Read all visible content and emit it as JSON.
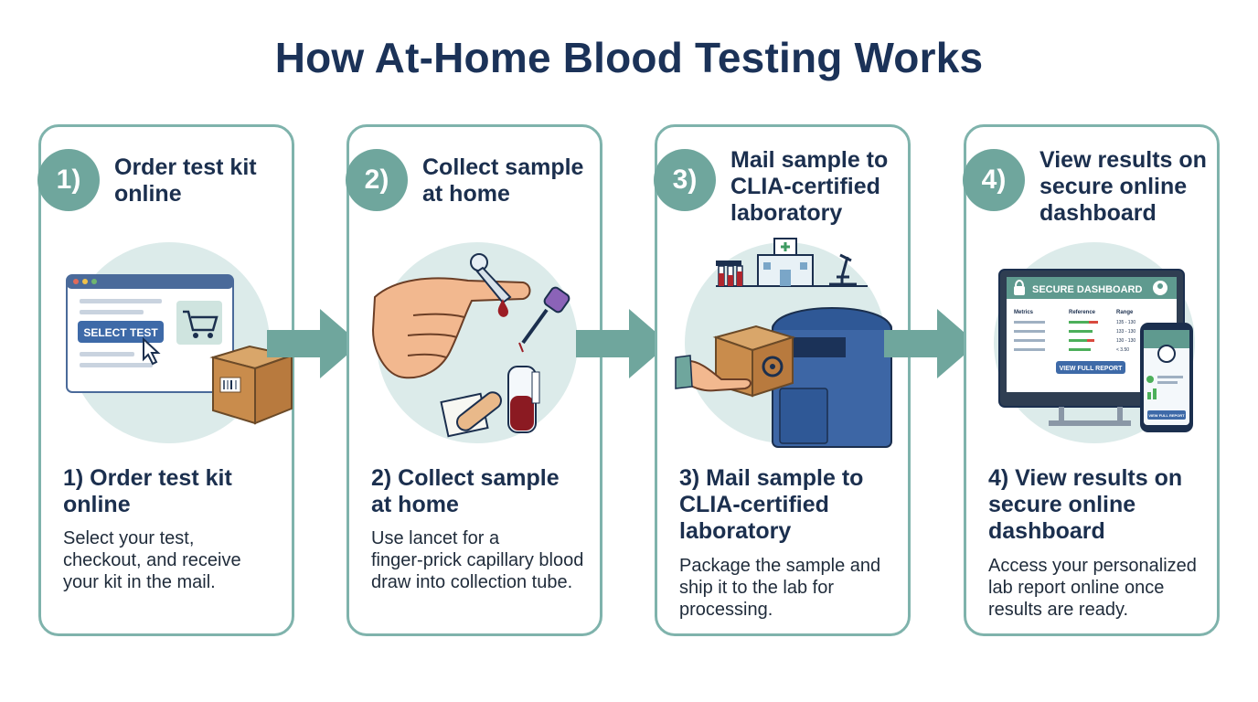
{
  "title": "How At-Home Blood Testing Works",
  "steps": [
    {
      "badge": "1)",
      "heading_lines": [
        "Order test kit",
        "online"
      ],
      "title_lines": [
        "1) Order test kit",
        "online"
      ],
      "description_lines": [
        "Select your test,",
        "checkout, and receive",
        "your kit in the mail."
      ],
      "illustration": {
        "button_label": "SELECT TEST",
        "icons": [
          "browser-window-icon",
          "shopping-cart-icon",
          "cursor-hand-icon",
          "package-icon"
        ]
      }
    },
    {
      "badge": "2)",
      "heading_lines": [
        "Collect sample",
        "at home"
      ],
      "title_lines": [
        "2) Collect sample",
        "at home"
      ],
      "description_lines": [
        "Use lancet for a",
        "finger-prick capillary blood",
        "draw into collection tube."
      ],
      "illustration": {
        "icons": [
          "hand-icon",
          "lancet-icon",
          "blood-drop-icon",
          "collection-tube-icon",
          "bandage-icon"
        ]
      }
    },
    {
      "badge": "3)",
      "heading_lines": [
        "Mail sample to",
        "CLIA-certified",
        "laboratory"
      ],
      "title_lines": [
        "3) Mail sample to",
        "CLIA-certified",
        "laboratory"
      ],
      "description_lines": [
        "Package the sample and",
        "ship it to the lab for",
        "processing."
      ],
      "illustration": {
        "icons": [
          "test-tubes-icon",
          "hospital-icon",
          "microscope-icon",
          "biohazard-box-icon",
          "mailbox-icon"
        ]
      }
    },
    {
      "badge": "4)",
      "heading_lines": [
        "View results on",
        "secure online",
        "dashboard"
      ],
      "title_lines": [
        "4) View results on",
        "secure online",
        "dashboard"
      ],
      "description_lines": [
        "Access your personalized",
        "lab report online once",
        "results are ready."
      ],
      "illustration": {
        "dashboard_title": "SECURE DASHBOARD",
        "columns": [
          "Metrics",
          "Reference",
          "Range"
        ],
        "ranges": [
          "135 - 130",
          "133 - 130",
          "130 - 130",
          "< 3.50"
        ],
        "report_button": "VIEW FULL REPORT",
        "phone_button": "VIEW FULL REPORT",
        "icons": [
          "monitor-icon",
          "lock-icon",
          "user-icon",
          "phone-icon"
        ]
      }
    }
  ],
  "colors": {
    "teal": "#6fa69d",
    "border": "#7fb3ac",
    "navy": "#1b3258",
    "circle_bg": "#dcebea"
  }
}
